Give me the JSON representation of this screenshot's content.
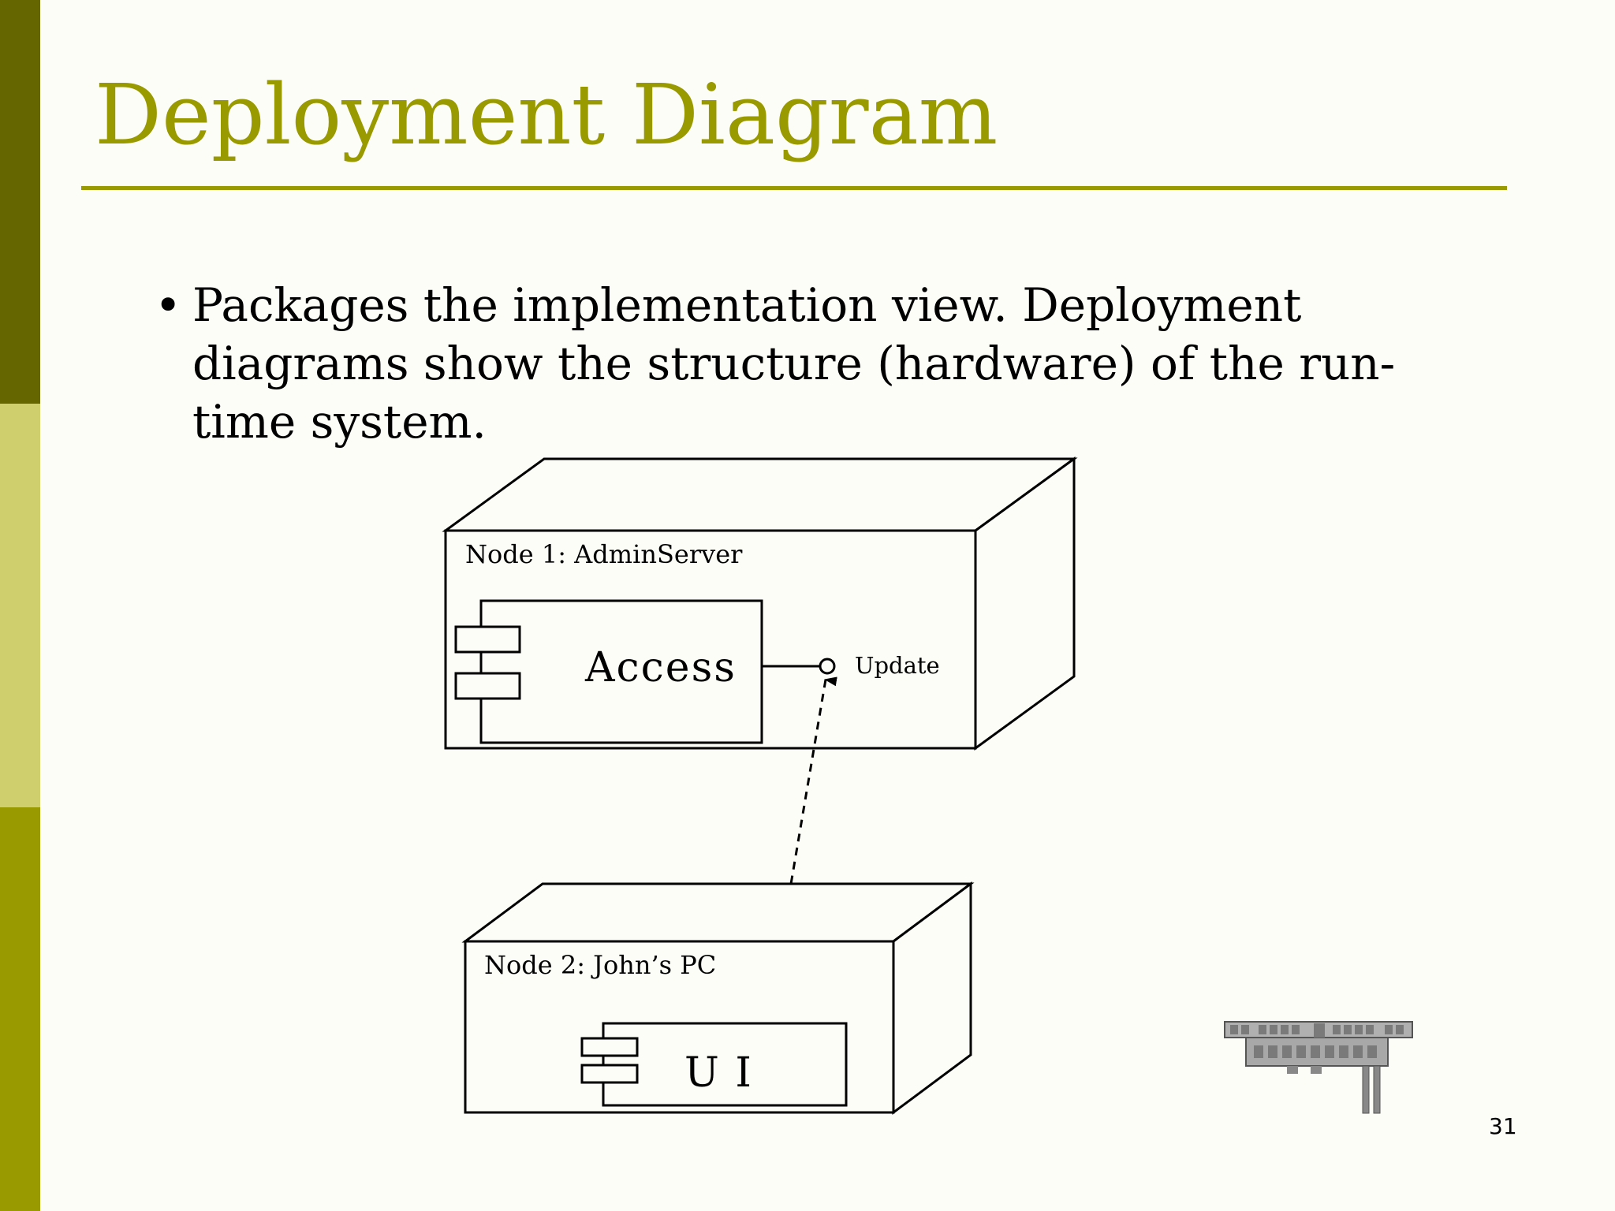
{
  "slide": {
    "title": "Deployment Diagram",
    "bullet": "Packages the implementation view.  Deployment diagrams show the structure (hardware) of the run-time system.",
    "page_number": "31"
  },
  "diagram": {
    "node1": {
      "label": "Node 1: AdminServer",
      "component": "Access",
      "interface": "Update"
    },
    "node2": {
      "label": "Node 2: John’s PC",
      "component": "U I"
    },
    "dependency": "dashed arrow from UI to Update interface"
  },
  "decorations": {
    "logo": "building-icon"
  },
  "colors": {
    "accent": "#999900",
    "bar_top": "#666600",
    "bar_mid": "#cfcf6e",
    "bar_bottom": "#999900",
    "background": "#fdfdf8"
  }
}
